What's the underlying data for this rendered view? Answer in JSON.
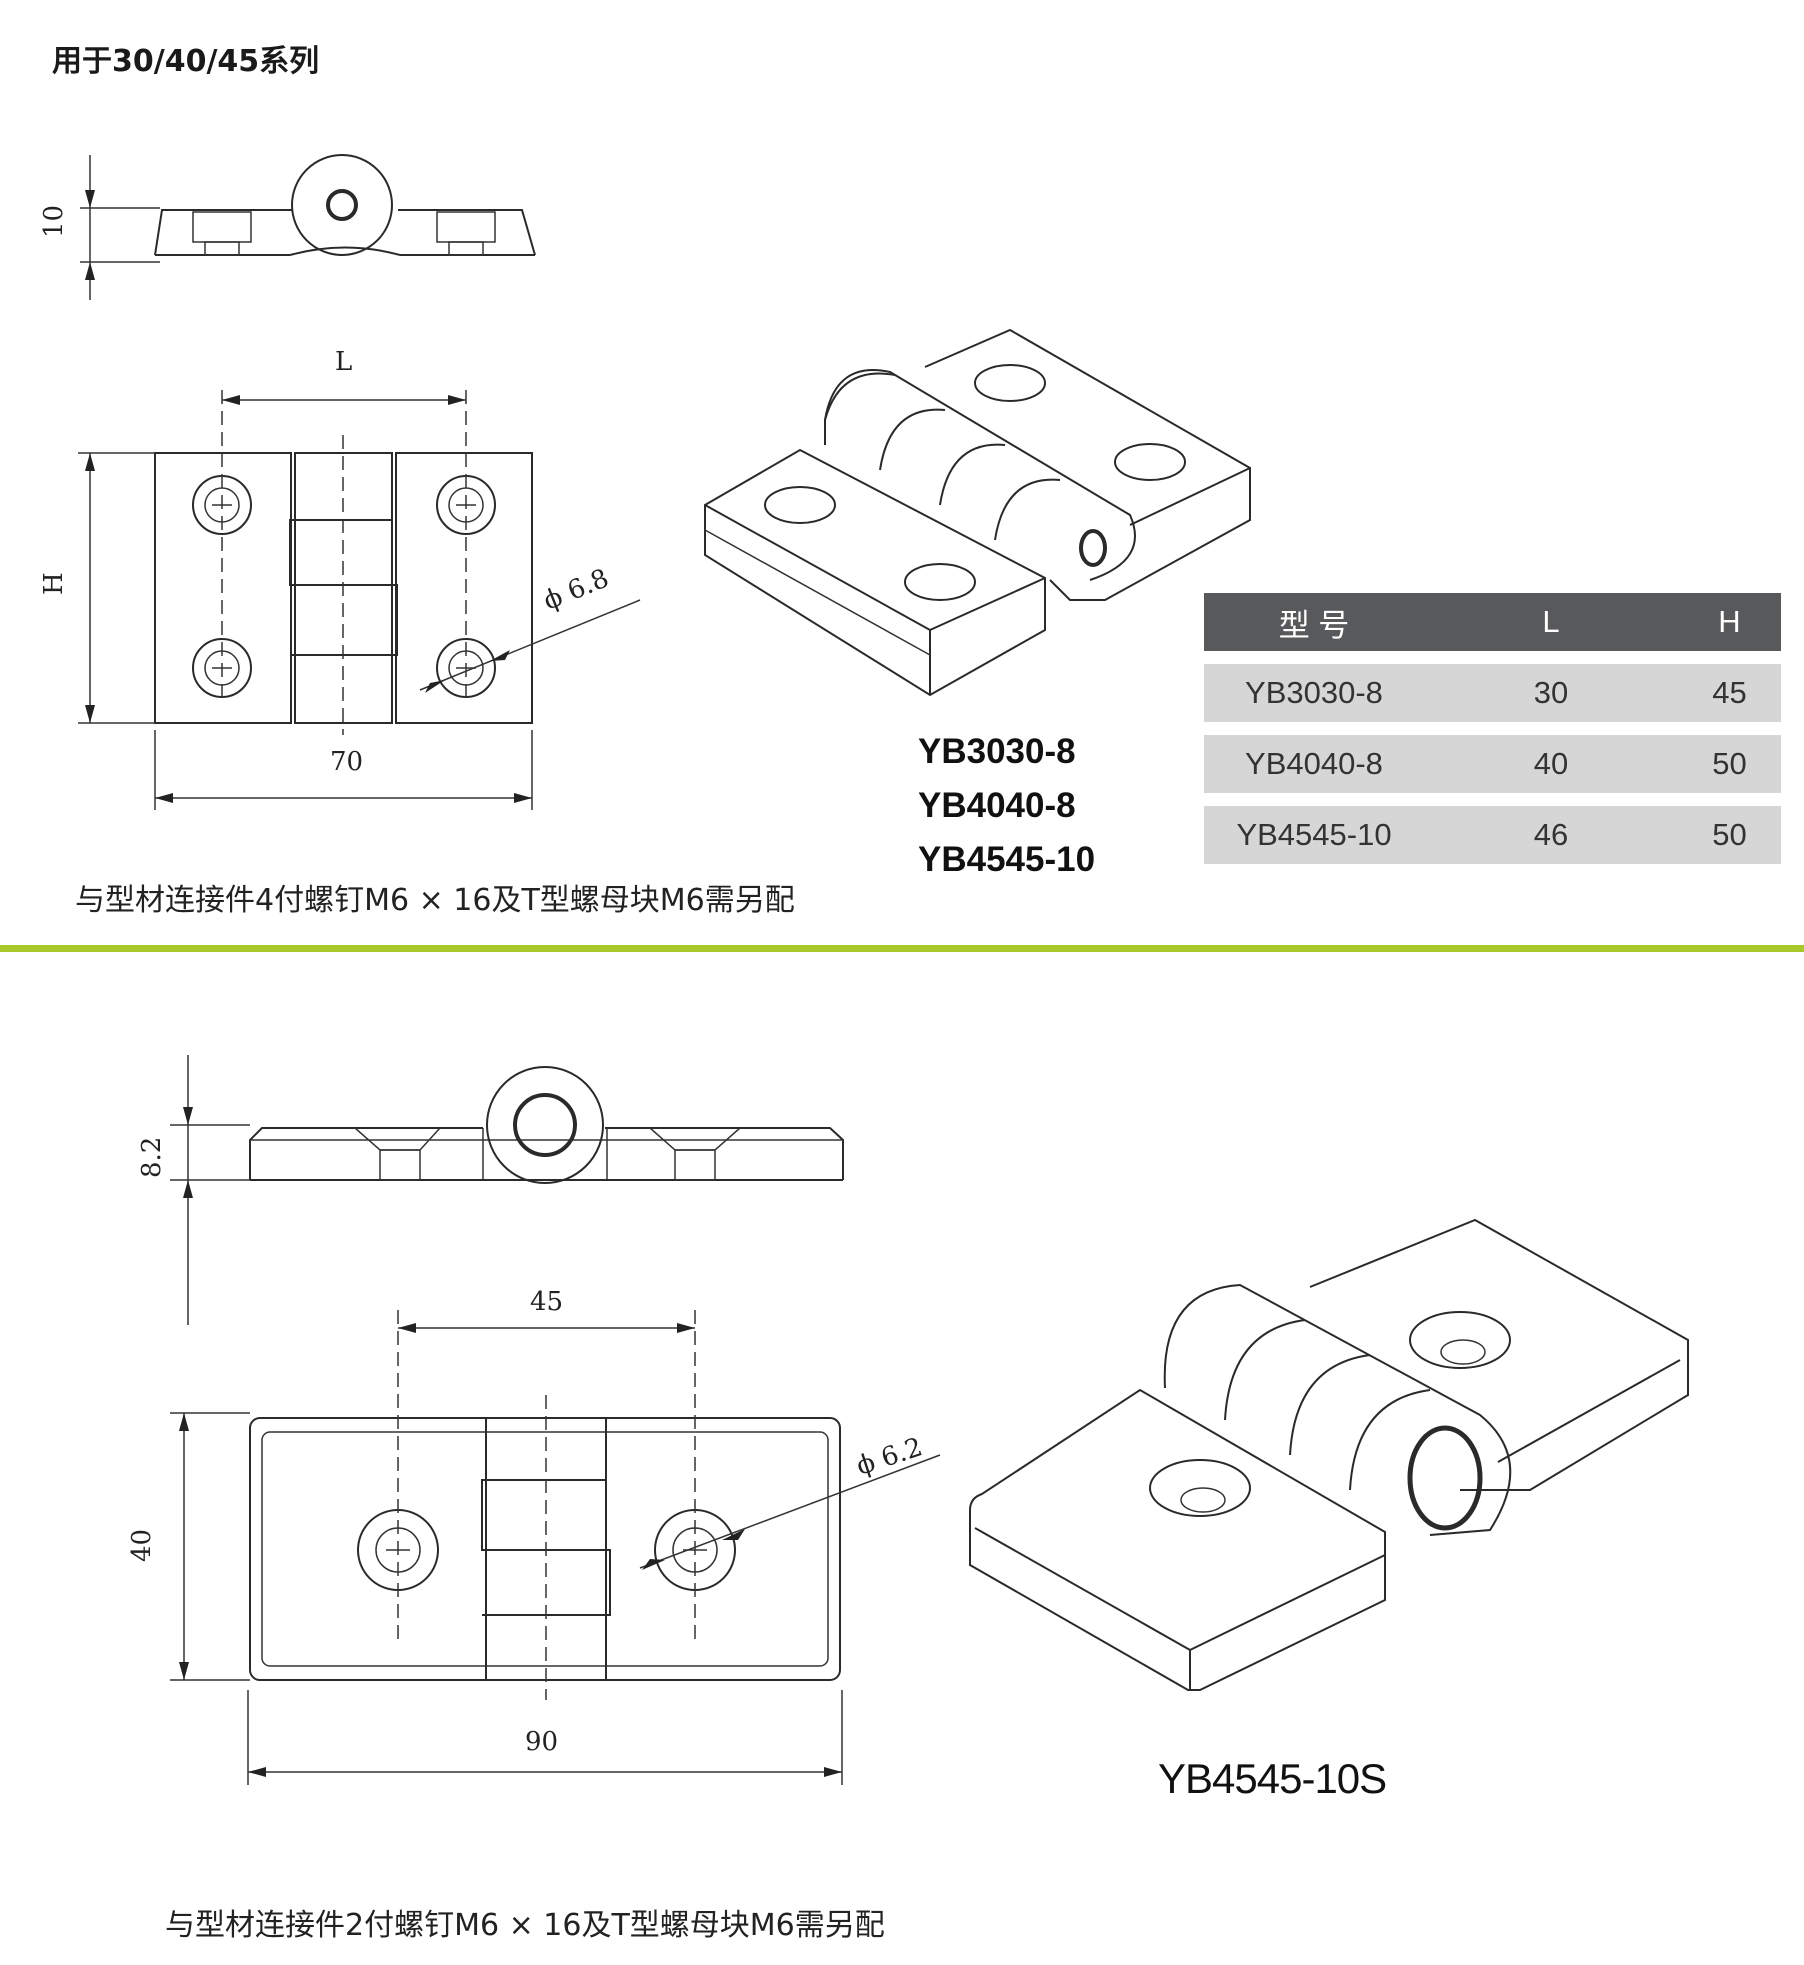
{
  "section_title": "用于30/40/45系列",
  "top_drawing": {
    "dim_height_side": "10",
    "dim_L": "L",
    "dim_H": "H",
    "dim_width": "70",
    "dim_hole": "ϕ 6.8"
  },
  "models_top": [
    "YB3030-8",
    "YB4040-8",
    "YB4545-10"
  ],
  "spec_table": {
    "headers": [
      "型 号",
      "L",
      "H"
    ],
    "rows": [
      [
        "YB3030-8",
        "30",
        "45"
      ],
      [
        "YB4040-8",
        "40",
        "50"
      ],
      [
        "YB4545-10",
        "46",
        "50"
      ]
    ]
  },
  "note_top": "与型材连接件4付螺钉M6 × 16及T型螺母块M6需另配",
  "divider_color": "#a6c82b",
  "bottom_drawing": {
    "dim_height_side": "8.2",
    "dim_spacing": "45",
    "dim_height": "40",
    "dim_width": "90",
    "dim_hole": "ϕ 6.2"
  },
  "model_bottom": "YB4545-10S",
  "note_bottom": "与型材连接件2付螺钉M6 × 16及T型螺母块M6需另配"
}
